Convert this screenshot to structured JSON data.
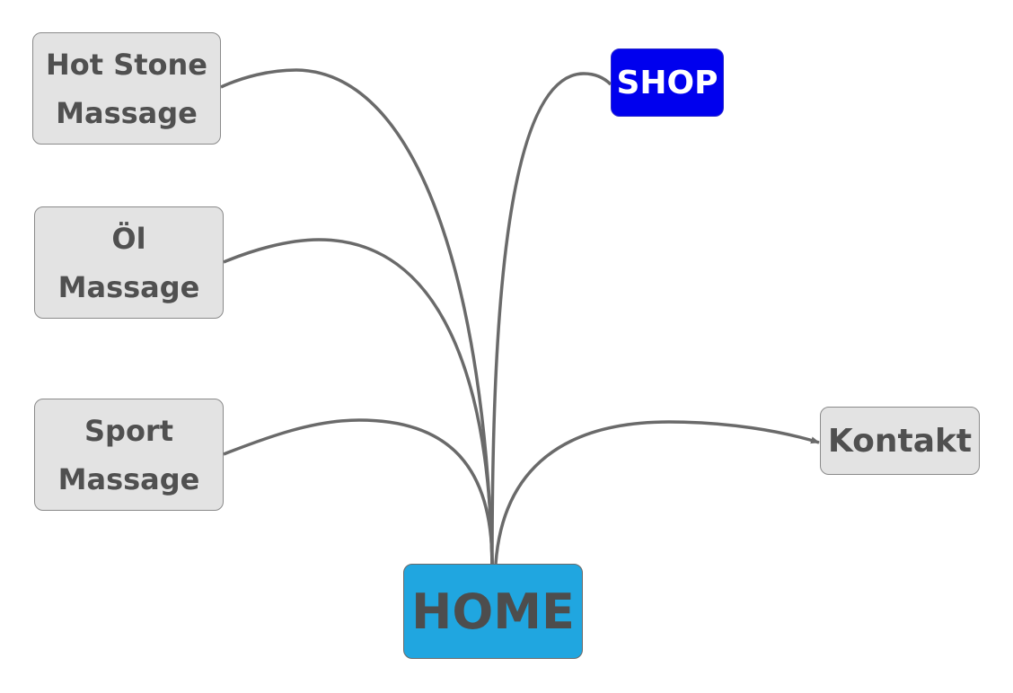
{
  "nodes": {
    "hot_stone": {
      "line1": "Hot Stone",
      "line2": "Massage"
    },
    "oel": {
      "line1": "Öl",
      "line2": "Massage"
    },
    "sport": {
      "line1": "Sport",
      "line2": "Massage"
    },
    "shop": {
      "label": "SHOP"
    },
    "kontakt": {
      "label": "Kontakt"
    },
    "home": {
      "label": "HOME"
    }
  },
  "colors": {
    "connector": "#6a6a6a",
    "node_fill": "#e3e3e3",
    "home_fill": "#20a6e0",
    "shop_fill": "#0000ee"
  }
}
